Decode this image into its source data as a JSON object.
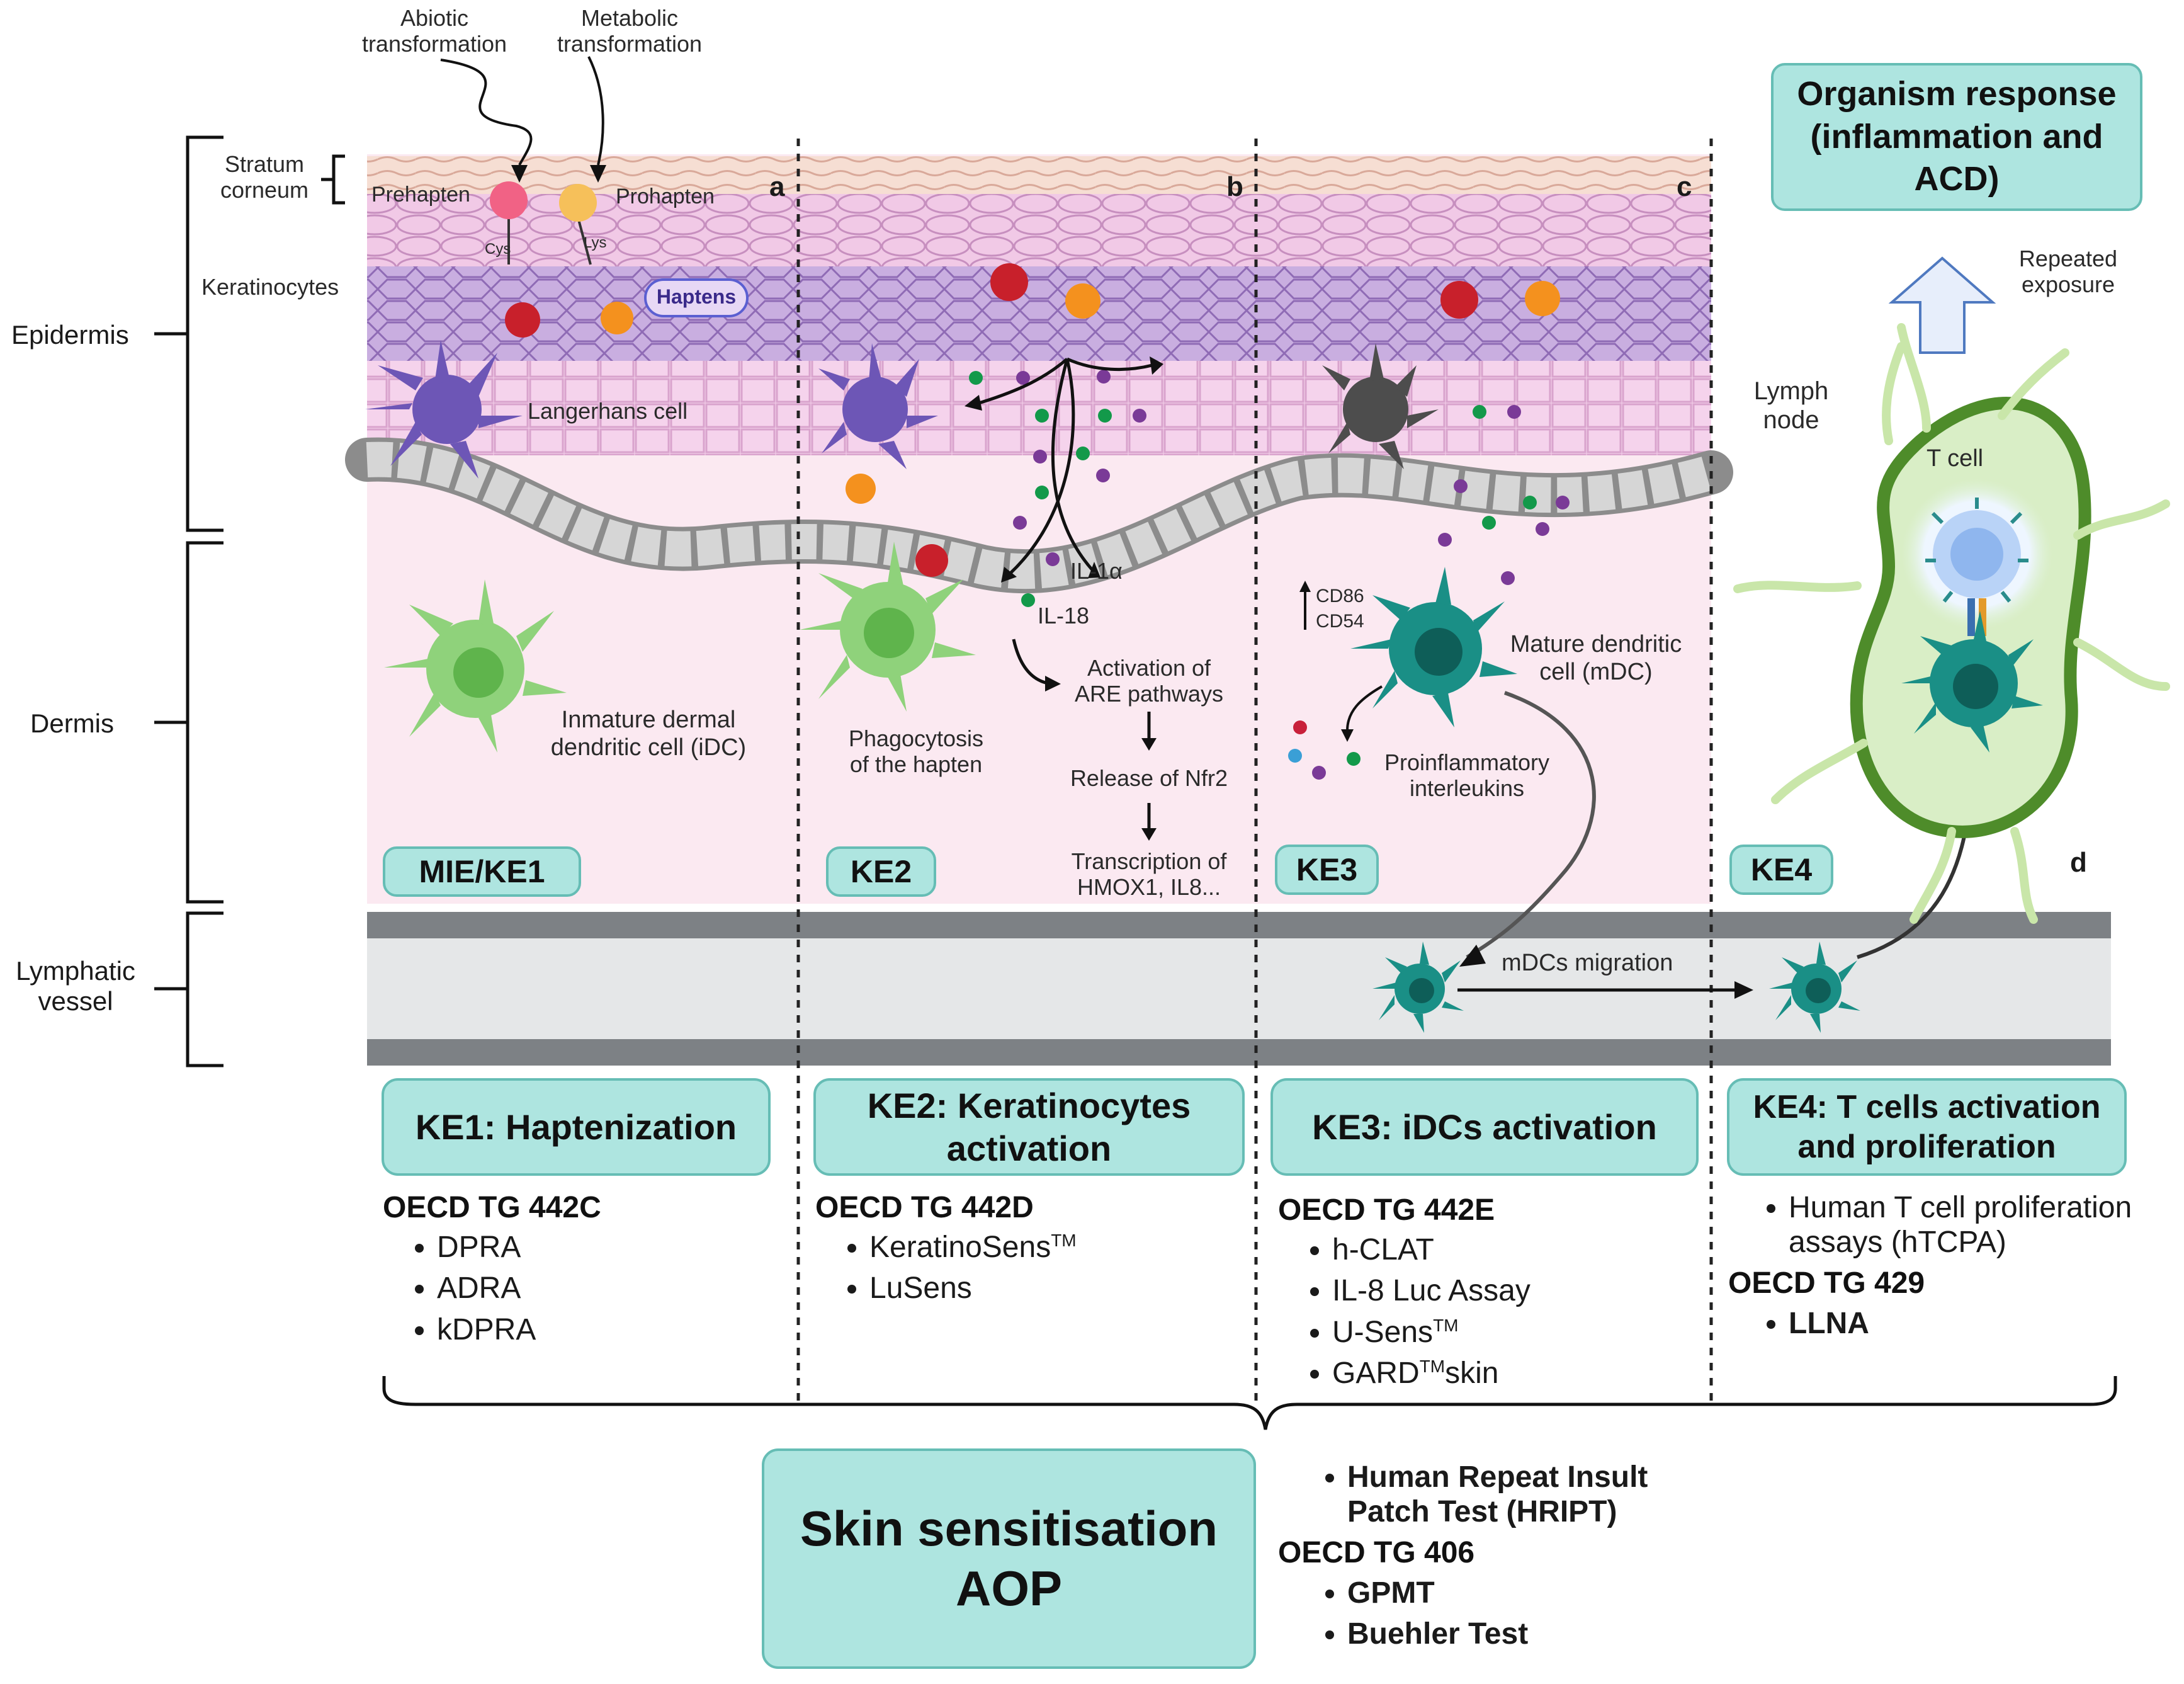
{
  "top_labels": {
    "abiotic": [
      "Abiotic",
      "transformation"
    ],
    "metabolic": [
      "Metabolic",
      "transformation"
    ],
    "stratum": [
      "Stratum",
      "corneum"
    ],
    "prehapten": "Prehapten",
    "prohapten": "Prohapten",
    "cys": "Cys",
    "lys": "Lys",
    "keratinocytes": "Keratinocytes",
    "haptens": "Haptens",
    "langerhans": "Langerhans cell"
  },
  "layers": {
    "epidermis": "Epidermis",
    "dermis": "Dermis",
    "lymphatic": [
      "Lymphatic",
      "vessel"
    ]
  },
  "panels": {
    "a": "a",
    "b": "b",
    "c": "c",
    "d": "d"
  },
  "panel_a": {
    "idc": [
      "Inmature dermal",
      "dendritic cell (iDC)"
    ],
    "tag": "MIE/KE1"
  },
  "panel_b": {
    "il1a": "IL-1α",
    "il18": "IL-18",
    "phago": [
      "Phagocytosis",
      "of the hapten"
    ],
    "are": [
      "Activation of",
      "ARE pathways"
    ],
    "nfr2": "Release of Nfr2",
    "transcription": [
      "Transcription of",
      "HMOX1, IL8..."
    ],
    "tag": "KE2"
  },
  "panel_c": {
    "cd86": "CD86",
    "cd54": "CD54",
    "mdc": [
      "Mature dendritic",
      "cell (mDC)"
    ],
    "proinflam": [
      "Proinflammatory",
      "interleukins"
    ],
    "tag": "KE3"
  },
  "panel_d": {
    "organism": [
      "Organism response",
      "(inflammation and",
      "ACD)"
    ],
    "repeated": [
      "Repeated",
      "exposure"
    ],
    "lymph": [
      "Lymph",
      "node"
    ],
    "tcell": "T cell",
    "tag": "KE4"
  },
  "migration": "mDCs migration",
  "ke_boxes": {
    "ke1": "KE1: Haptenization",
    "ke2": [
      "KE2: Keratinocytes",
      "activation"
    ],
    "ke3": "KE3: iDCs activation",
    "ke4": [
      "KE4: T cells activation",
      "and proliferation"
    ]
  },
  "methods": {
    "ke1": {
      "tg": "OECD TG 442C",
      "items": [
        "DPRA",
        "ADRA",
        "kDPRA"
      ]
    },
    "ke2": {
      "tg": "OECD TG 442D",
      "items": [
        "KeratinoSens",
        "LuSens"
      ],
      "sup": "TM"
    },
    "ke3": {
      "tg": "OECD TG 442E",
      "items": [
        "h-CLAT",
        "IL-8  Luc Assay",
        "U-Sens",
        "GARD",
        "skin"
      ],
      "sup": "TM"
    },
    "ke4": {
      "items": [
        "Human T cell proliferation",
        "assays (hTCPA)"
      ],
      "tg": "OECD TG 429",
      "red_items": [
        "LLNA"
      ]
    }
  },
  "aop": {
    "title": [
      "Skin sensitisation",
      "AOP"
    ],
    "hript": [
      "Human Repeat Insult",
      "Patch Test (HRIPT)"
    ],
    "tg": "OECD TG 406",
    "red_items": [
      "GPMT",
      "Buehler Test"
    ]
  },
  "colors": {
    "teal_fill": "#aee5e0",
    "teal_border": "#66bdb5",
    "dermis_pink": "#fbe9f1",
    "keratin_purple": "#cdb3df",
    "red_text": "#e02020"
  }
}
